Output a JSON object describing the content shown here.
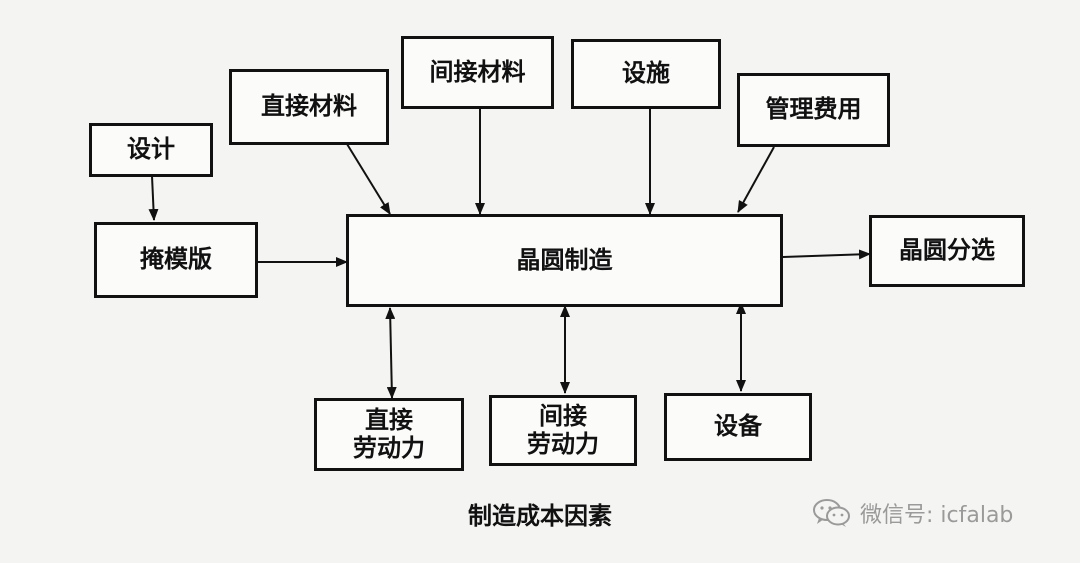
{
  "diagram": {
    "nodes": {
      "design": "设计",
      "mask": "掩模版",
      "direct_material": "直接材料",
      "indirect_material": "间接材料",
      "facilities": "设施",
      "overhead": "管理费用",
      "wafer_fab": "晶圆制造",
      "wafer_sort": "晶圆分选",
      "direct_labor": "直接\n劳动力",
      "indirect_labor": "间接\n劳动力",
      "equipment": "设备"
    },
    "caption": "制造成本因素"
  },
  "watermark": {
    "icon": "wechat-icon",
    "text": "微信号: icfalab"
  }
}
